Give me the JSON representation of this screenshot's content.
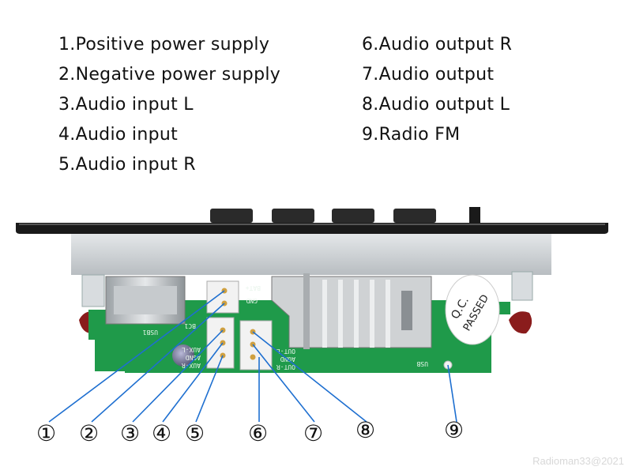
{
  "legend": [
    "1.Positive power supply",
    "2.Negative power supply",
    "3.Audio input L",
    "4.Audio input",
    "5.Audio input R",
    "6.Audio output R",
    "7.Audio output",
    "8.Audio output L",
    "9.Radio FM"
  ],
  "callout_numbers": [
    "①",
    "②",
    "③",
    "④",
    "⑤",
    "⑥",
    "⑦",
    "⑧",
    "⑨"
  ],
  "silkscreen": {
    "bat_plus": "BAT+",
    "gnd": "GND",
    "usb1": "USB1",
    "bc1": "BC1",
    "aux_l": "AUX-L",
    "agnd": "AGND",
    "aux_r": "AUX-R",
    "out_l": "OUT-L",
    "agnd2": "AGND",
    "out_r": "OUT-R",
    "usb": "USB"
  },
  "qc_sticker": {
    "line1": "Q.C.",
    "line2": "PASSED"
  },
  "watermark": "Radioman33@2021",
  "colors": {
    "pcb": "#1f9a4a",
    "leader_line": "#1e6fd0",
    "faceplate": "#cfd3d6",
    "bezel": "#1a1a1a"
  }
}
